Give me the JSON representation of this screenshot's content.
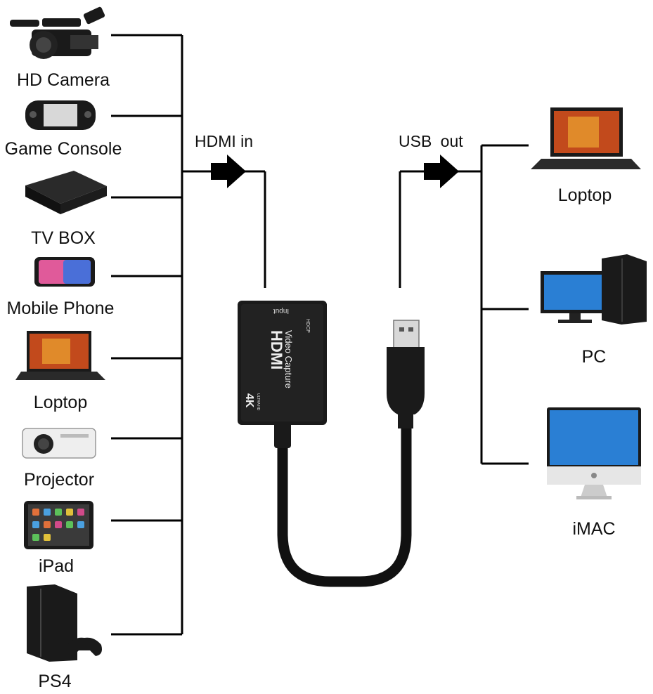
{
  "inputs": {
    "items": [
      {
        "label": "HD Camera",
        "icon": "video-camera-icon"
      },
      {
        "label": "Game Console",
        "icon": "handheld-console-icon"
      },
      {
        "label": "TV BOX",
        "icon": "tv-box-icon"
      },
      {
        "label": "Mobile Phone",
        "icon": "mobile-phone-icon"
      },
      {
        "label": "Loptop",
        "icon": "laptop-icon"
      },
      {
        "label": "Projector",
        "icon": "projector-icon"
      },
      {
        "label": "iPad",
        "icon": "tablet-icon"
      },
      {
        "label": "PS4",
        "icon": "ps4-console-icon"
      }
    ]
  },
  "connections": {
    "hdmi_in_label": "HDMI in",
    "usb_out_label": "USB out"
  },
  "capture_device": {
    "port_label": "Input",
    "brand_label": "HDMI",
    "product_label": "Video Capture",
    "resolution_badge": "4K",
    "resolution_sub": "ULTRA HD",
    "hdcp_label": "HDCP",
    "icon": "usb-cable-icon"
  },
  "outputs": {
    "items": [
      {
        "label": "Loptop",
        "icon": "laptop-icon"
      },
      {
        "label": "PC",
        "icon": "desktop-pc-icon"
      },
      {
        "label": "iMAC",
        "icon": "imac-icon"
      }
    ]
  },
  "colors": {
    "line": "#000000",
    "screen_blue": "#2a7fd4",
    "laptop_screen": "#c24a1c",
    "device_body": "#1a1a1a"
  }
}
